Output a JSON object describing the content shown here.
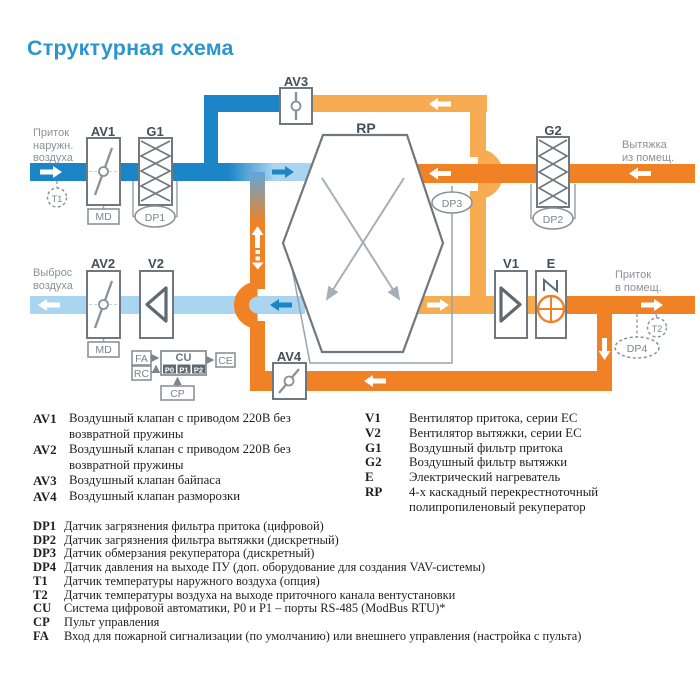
{
  "title": "Структурная схема",
  "flow_labels": {
    "supply_in": [
      "Приток",
      "наружн.",
      "воздуха"
    ],
    "extract_in": [
      "Вытяжка",
      "из помещ."
    ],
    "exhaust_out": [
      "Выброс",
      "воздуха"
    ],
    "supply_out": [
      "Приток",
      "в помещ."
    ]
  },
  "components": {
    "av1": "AV1",
    "av2": "AV2",
    "av3": "AV3",
    "av4": "AV4",
    "g1": "G1",
    "g2": "G2",
    "rp": "RP",
    "v1": "V1",
    "v2": "V2",
    "e": "E"
  },
  "sensors": {
    "md1": "MD",
    "md2": "MD",
    "dp1": "DP1",
    "dp2": "DP2",
    "dp3": "DP3",
    "dp4": "DP4",
    "t1": "T1",
    "t2": "T2"
  },
  "control": {
    "cu": "CU",
    "cp": "CP",
    "ce": "CE",
    "fa": "FA",
    "rc": "RC",
    "p0": "P0",
    "p1": "P1",
    "p2": "P2"
  },
  "colors": {
    "supply_cold": "#1C85C8",
    "supply_light": "#A9D5F0",
    "extract_warm": "#F08125",
    "extract_light": "#F7AC52",
    "title_blue": "#2B96CD"
  },
  "legend_left": [
    {
      "code": "AV1",
      "text": "Воздушный клапан с приводом 220В без возвратной пружины"
    },
    {
      "code": "AV2",
      "text": "Воздушный клапан с приводом 220В без возвратной пружины"
    },
    {
      "code": "AV3",
      "text": "Воздушный клапан байпаса"
    },
    {
      "code": "AV4",
      "text": "Воздушный клапан разморозки"
    }
  ],
  "legend_right": [
    {
      "code": "V1",
      "text": "Вентилятор притока, серии EC"
    },
    {
      "code": "V2",
      "text": "Вентилятор вытяжки, серии EC"
    },
    {
      "code": "G1",
      "text": "Воздушный фильтр притока"
    },
    {
      "code": "G2",
      "text": "Воздушный фильтр вытяжки"
    },
    {
      "code": "E",
      "text": "Электрический нагреватель"
    },
    {
      "code": "RP",
      "text": "4-х каскадный перекрестноточный полипропиленовый рекуператор"
    }
  ],
  "legend_bottom": [
    {
      "code": "DP1",
      "text": "Датчик загрязнения фильтра притока (цифровой)"
    },
    {
      "code": "DP2",
      "text": "Датчик загрязнения фильтра вытяжки (дискретный)"
    },
    {
      "code": "DP3",
      "text": "Датчик обмерзания рекуператора (дискретный)"
    },
    {
      "code": "DP4",
      "text": "Датчик давления на выходе ПУ (доп. оборудование для создания VAV-системы)"
    },
    {
      "code": "T1",
      "text": "Датчик температуры наружного воздуха (опция)"
    },
    {
      "code": "T2",
      "text": "Датчик температуры воздуха на выходе приточного канала вентустановки"
    },
    {
      "code": "CU",
      "text": "Система цифровой автоматики, P0 и P1 – порты RS-485 (ModBus RTU)*"
    },
    {
      "code": "CP",
      "text": "Пульт управления"
    },
    {
      "code": "FA",
      "text": "Вход для пожарной сигнализации (по умолчанию) или внешнего управления (настройка с пульта)"
    }
  ]
}
